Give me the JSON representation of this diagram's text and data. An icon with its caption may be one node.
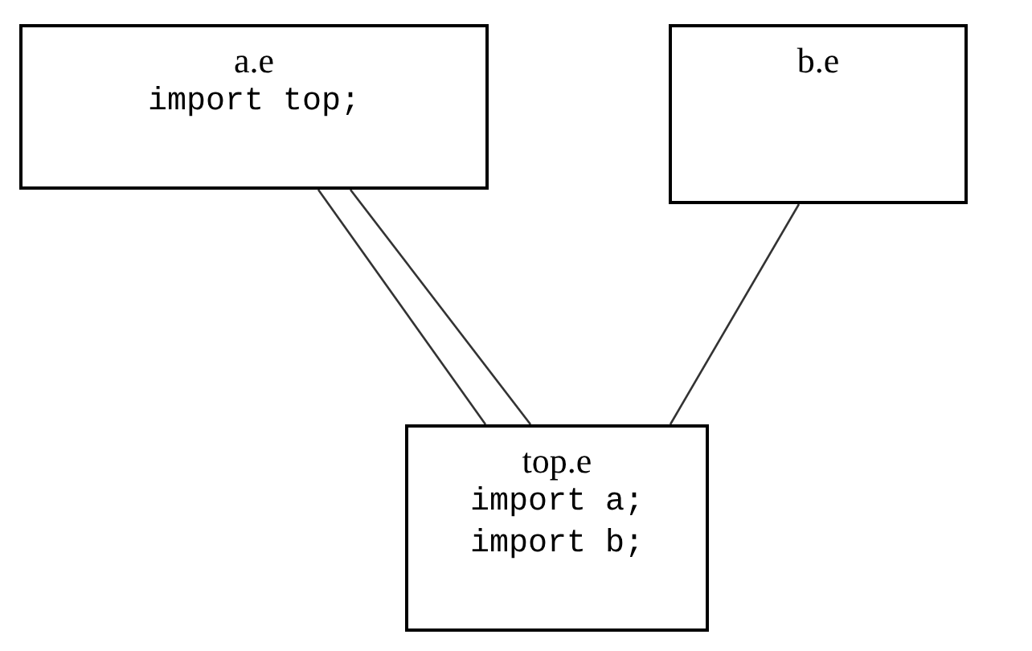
{
  "diagram": {
    "nodes": [
      {
        "text": [
          "a.e",
          "import top;"
        ]
      },
      {
        "text": [
          "b.e"
        ]
      },
      {
        "text": [
          "top.e",
          "import a;",
          "import b;"
        ]
      }
    ],
    "edges": [
      {
        "from": 0,
        "to": 2,
        "arrow": "none"
      },
      {
        "from": 0,
        "to": 2,
        "arrow": "none"
      },
      {
        "from": 1,
        "to": 2,
        "arrow": "none"
      }
    ]
  }
}
